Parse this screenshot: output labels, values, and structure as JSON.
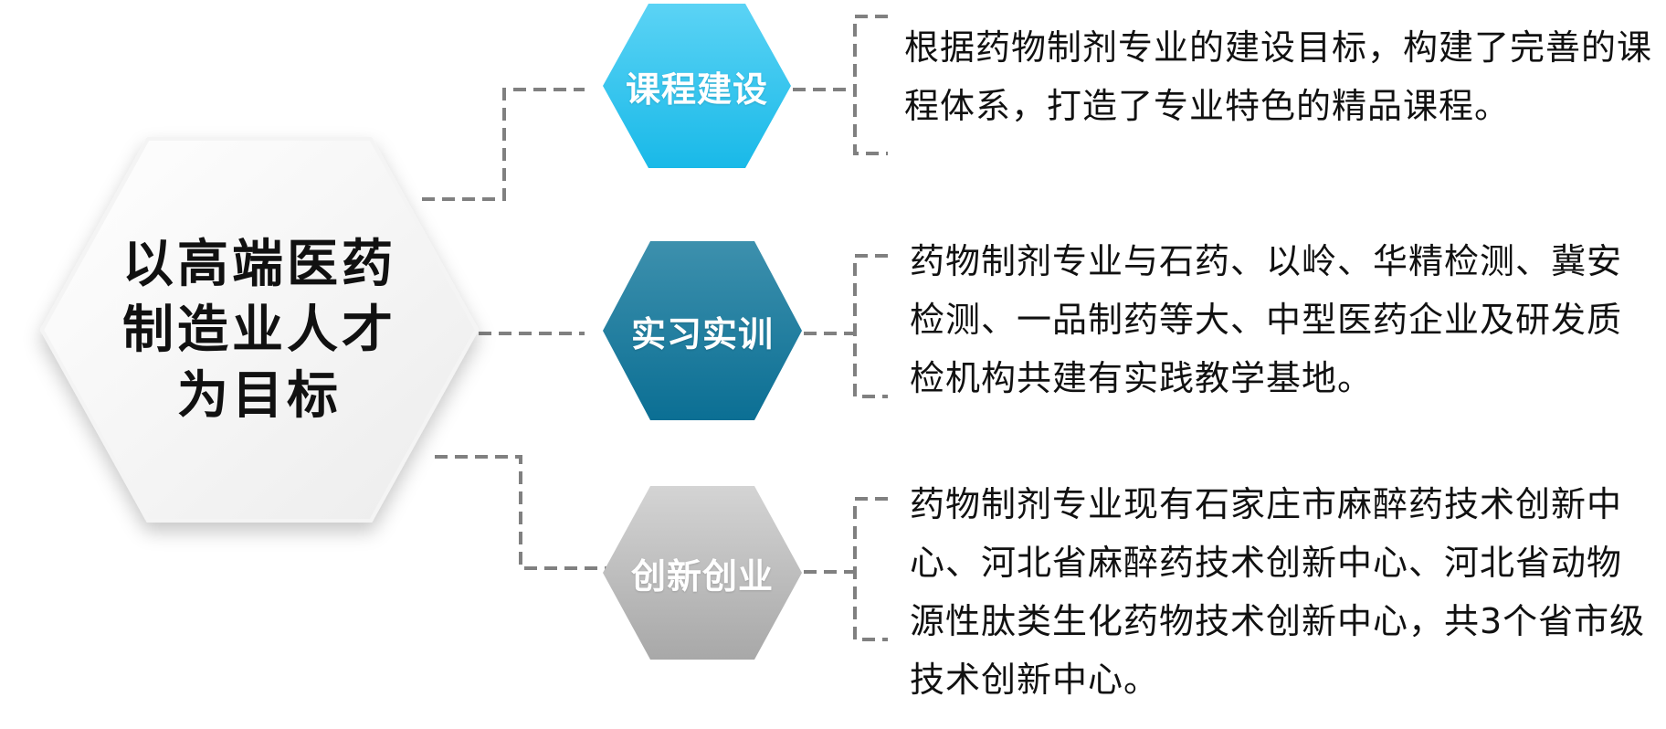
{
  "center": {
    "title": "以高端医药制造业人才为目标"
  },
  "branches": [
    {
      "label": "课程建设",
      "description": "根据药物制剂专业的建设目标，构建了完善的课程体系，打造了专业特色的精品课程。",
      "color_top": "#5bd3f5",
      "color_bottom": "#19b9e8"
    },
    {
      "label": "实习实训",
      "description": "药物制剂专业与石药、以岭、华精检测、冀安检测、一品制药等大、中型医药企业及研发质检机构共建有实践教学基地。",
      "color_top": "#3d90ad",
      "color_bottom": "#0b6f94"
    },
    {
      "label": "创新创业",
      "description": "药物制剂专业现有石家庄市麻醉药技术创新中心、河北省麻醉药技术创新中心、河北省动物源性肽类生化药物技术创新中心，共3个省市级技术创新中心。",
      "color_top": "#d4d4d4",
      "color_bottom": "#a8a8a8"
    }
  ],
  "connector_color": "#808080"
}
